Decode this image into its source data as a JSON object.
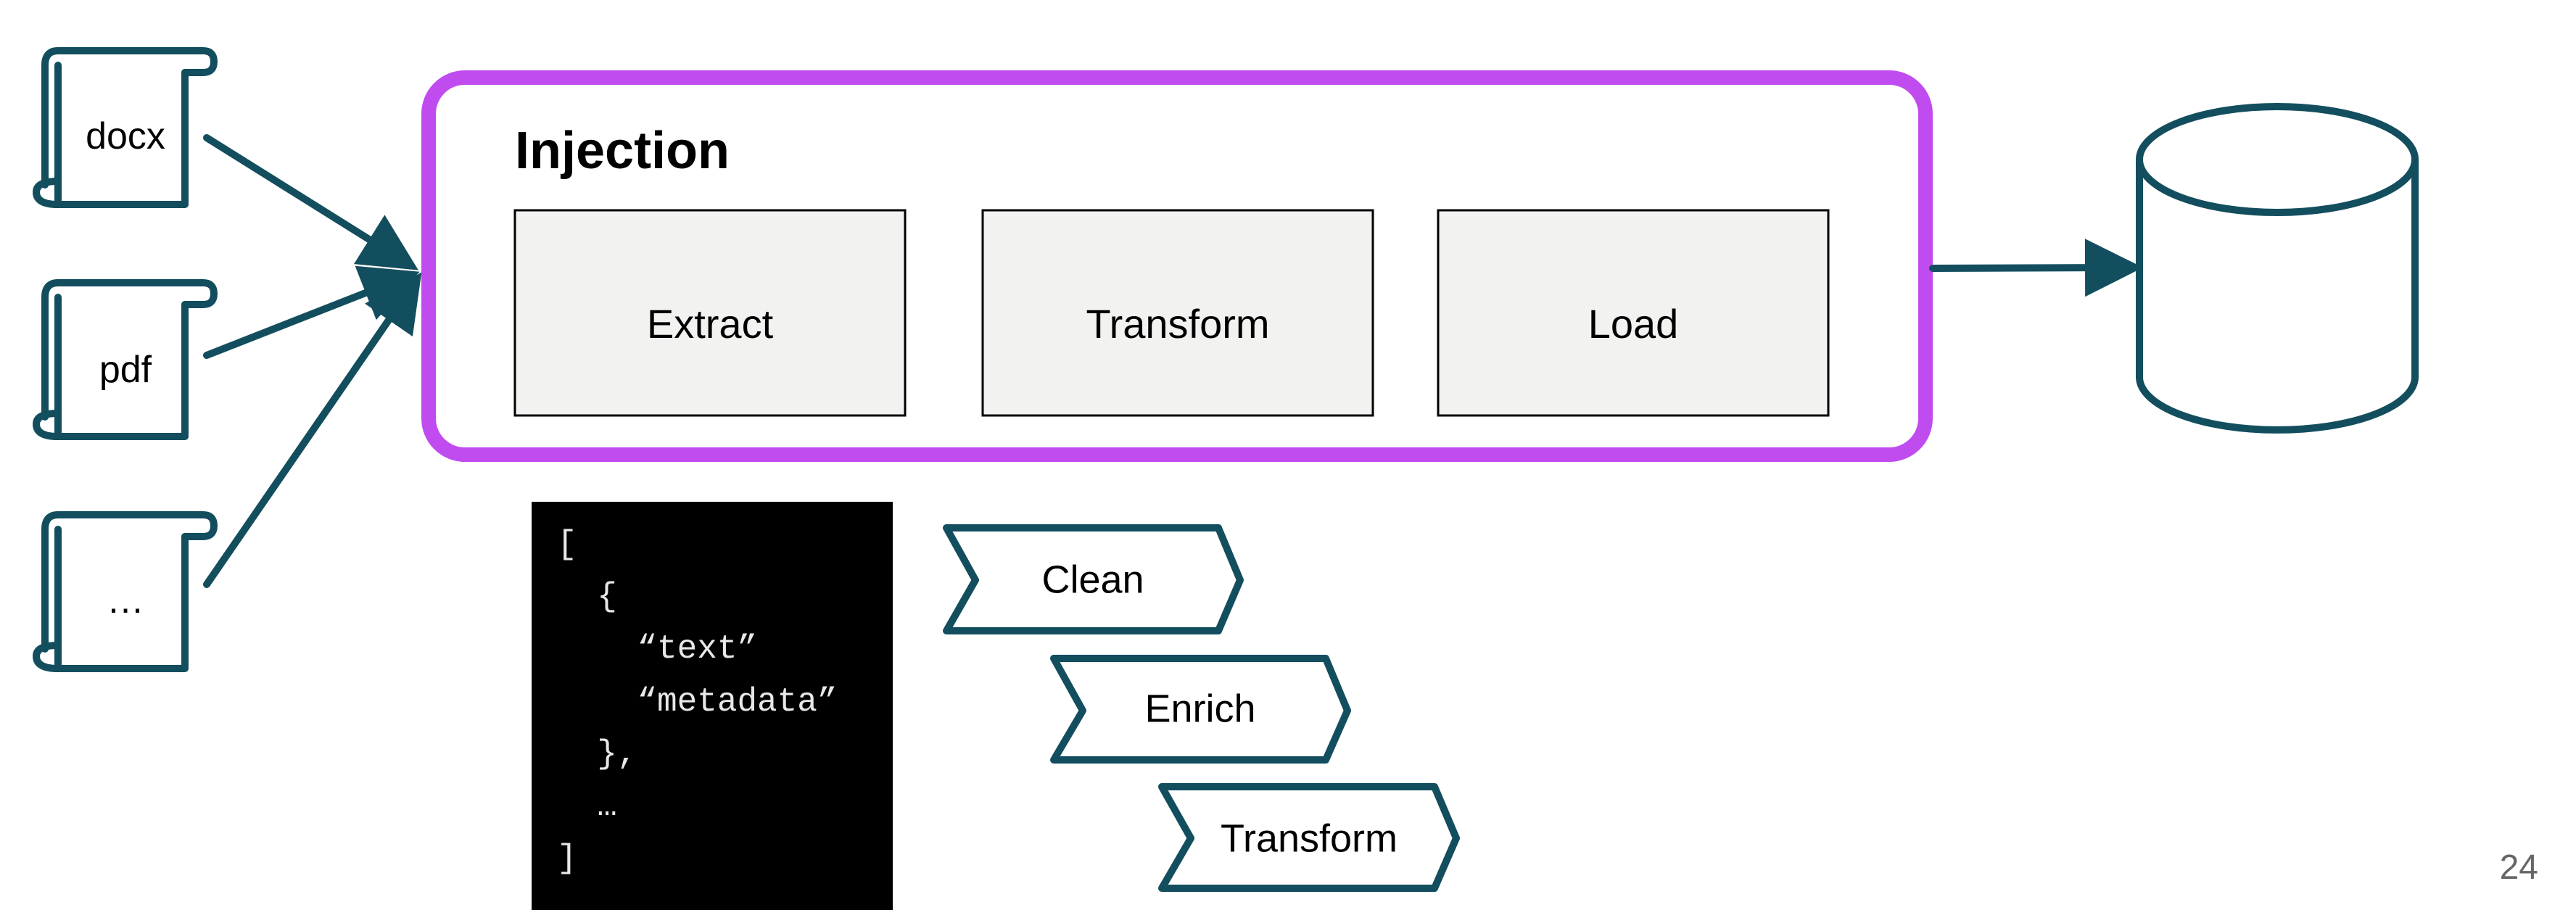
{
  "colors": {
    "accent": "#134e5e",
    "group_border": "#c04cf0",
    "step_fill": "#f2f2f1",
    "code_background": "#000000",
    "code_text": "#e8e8e8"
  },
  "source_documents": [
    {
      "label": "docx",
      "icon": "scroll-icon"
    },
    {
      "label": "pdf",
      "icon": "scroll-icon"
    },
    {
      "label": "…",
      "icon": "scroll-icon"
    }
  ],
  "injection": {
    "title": "Injection",
    "steps": [
      {
        "label": "Extract"
      },
      {
        "label": "Transform"
      },
      {
        "label": "Load"
      }
    ]
  },
  "destination": {
    "icon": "database-icon"
  },
  "code_sample": {
    "lines": [
      "[",
      "  {",
      "    “text”",
      "    “metadata”",
      "  },",
      "  …",
      "]"
    ]
  },
  "transform_steps": [
    {
      "label": "Clean"
    },
    {
      "label": "Enrich"
    },
    {
      "label": "Transform"
    }
  ],
  "page_number": "24"
}
